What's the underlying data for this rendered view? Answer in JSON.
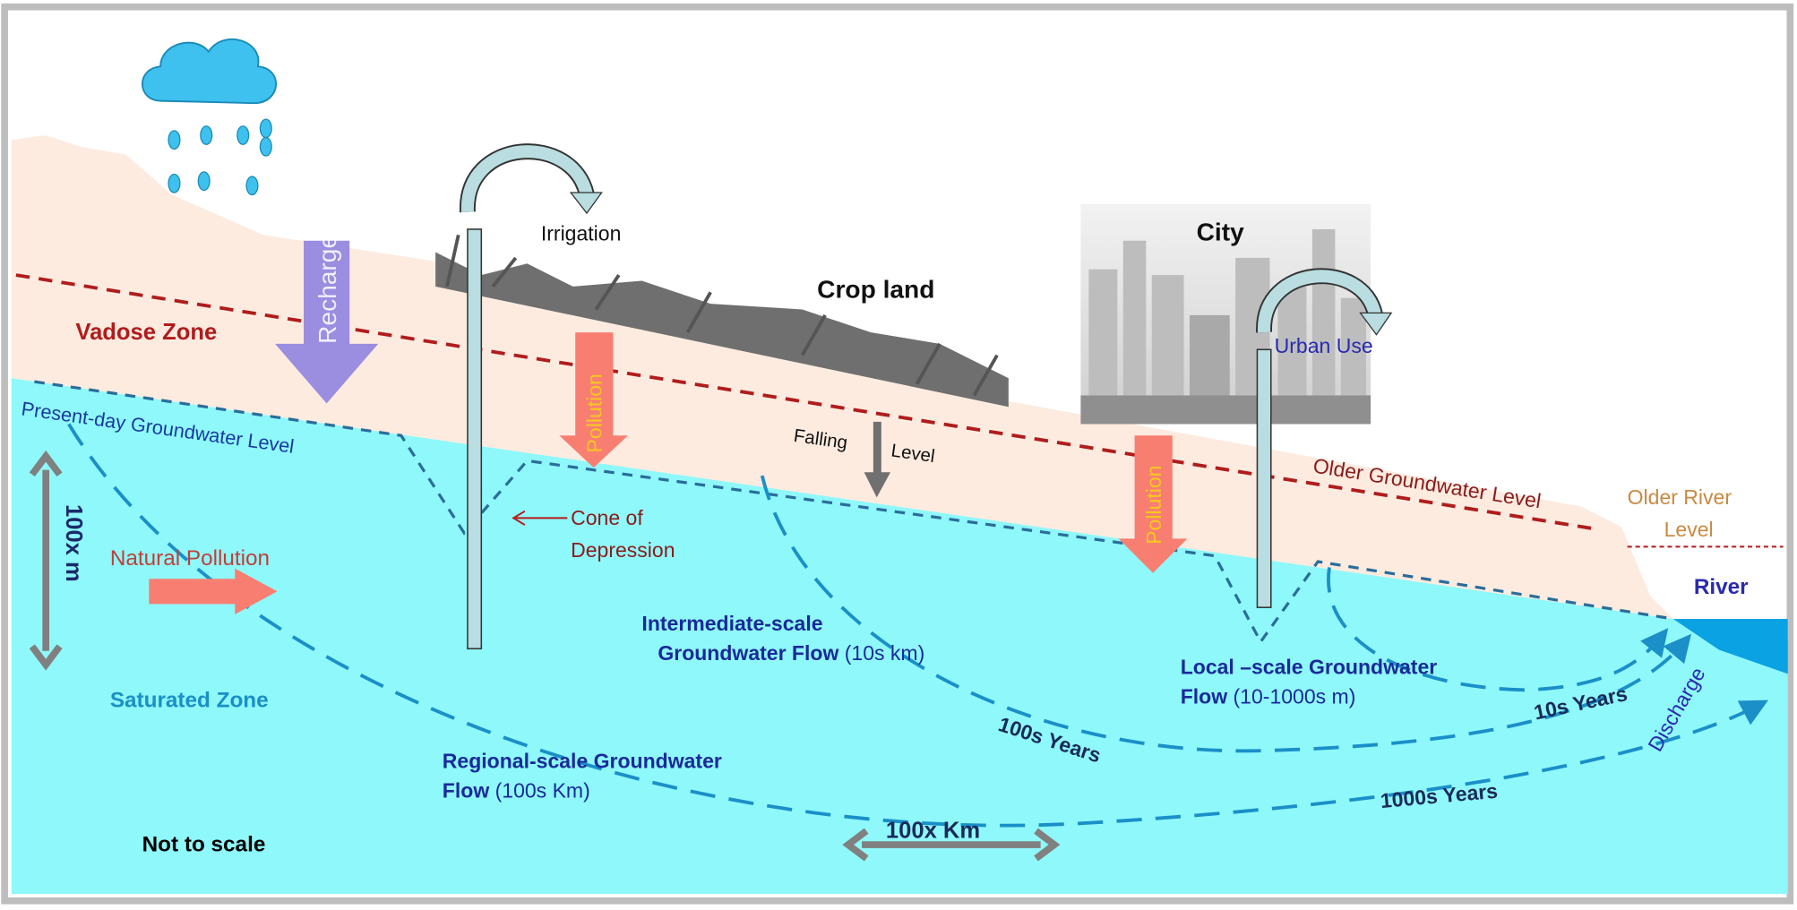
{
  "labels": {
    "irrigation": "Irrigation",
    "crop_land": "Crop land",
    "city": "City",
    "urban_use": "Urban Use",
    "vadose_zone": "Vadose Zone",
    "recharge": "Recharge",
    "pollution_crop": "Pollution",
    "pollution_city": "Pollution",
    "present_level": "Present-day Groundwater Level",
    "falling_level_1": "Falling",
    "falling_level_2": "Level",
    "cone_1": "Cone of",
    "cone_2": "Depression",
    "older_gw_level": "Older Groundwater Level",
    "older_river_1": "Older River",
    "older_river_2": "Level",
    "river": "River",
    "natural_pollution": "Natural Pollution",
    "vertical_scale": "100x m",
    "saturated_zone": "Saturated Zone",
    "intermediate_1": "Intermediate-scale",
    "intermediate_2a": "Groundwater Flow",
    "intermediate_2b": " (10s  km)",
    "local_1": "Local –scale Groundwater",
    "local_2a": "Flow",
    "local_2b": " (10-1000s  m)",
    "regional_1": "Regional-scale Groundwater",
    "regional_2a": "Flow",
    "regional_2b": " (100s  Km)",
    "years_10s": "10s Years",
    "years_100s": "100s Years",
    "years_1000s": "1000s Years",
    "discharge": "Discharge",
    "horizontal_scale": "100x Km",
    "not_to_scale": "Not to scale"
  },
  "colors": {
    "land": "#fdebe0",
    "water": "#8ff8fa",
    "river": "#0aa2e2",
    "older_level": "#b01c1c",
    "flow": "#1a8fc8",
    "recharge": "#9b8de0",
    "pollution": "#f97e72",
    "pollution_text": "#f6c820",
    "label_blue": "#1a2a9a",
    "label_red": "#b01c1c"
  }
}
